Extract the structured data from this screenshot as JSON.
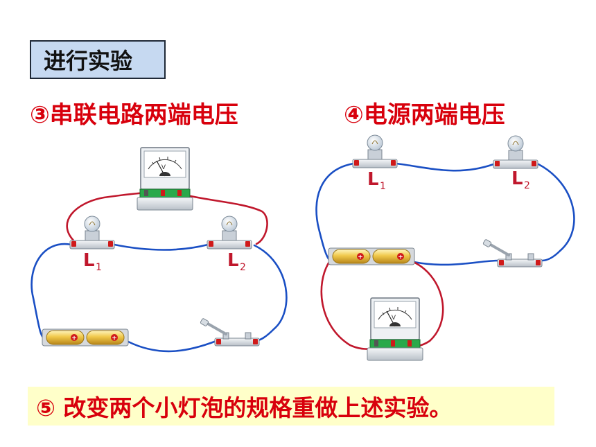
{
  "header": {
    "badge": "进行实验"
  },
  "sections": [
    {
      "title": "③串联电路两端电压",
      "lamp1": "L",
      "lamp1_sub": "1",
      "lamp2": "L",
      "lamp2_sub": "2",
      "meter_unit": "V"
    },
    {
      "title": "④电源两端电压",
      "lamp1": "L",
      "lamp1_sub": "1",
      "lamp2": "L",
      "lamp2_sub": "2",
      "meter_unit": "V"
    }
  ],
  "footer": {
    "note": "⑤ 改变两个小灯泡的规格重做上述实验。"
  },
  "colors": {
    "heading": "#d8000c",
    "badge_bg": "#c6d9f1",
    "note_bg": "#ffffc9",
    "wire_blue": "#1a4fc4",
    "wire_red": "#c0172c"
  }
}
